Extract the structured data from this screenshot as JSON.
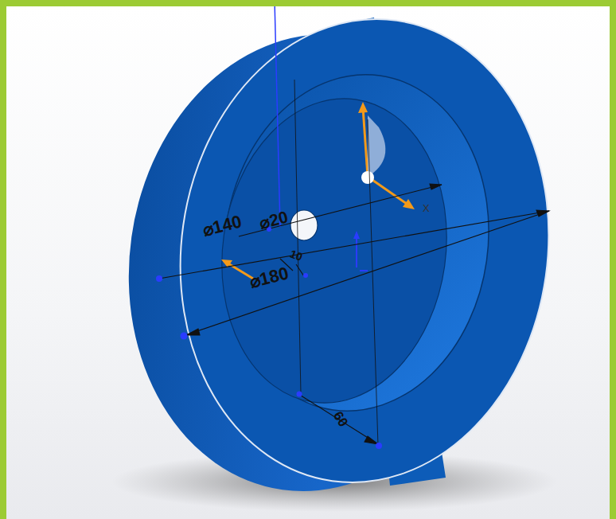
{
  "diagram": {
    "labels": [
      "⌀140",
      "⌀20",
      "10",
      "⌀180",
      "60",
      "X"
    ]
  }
}
